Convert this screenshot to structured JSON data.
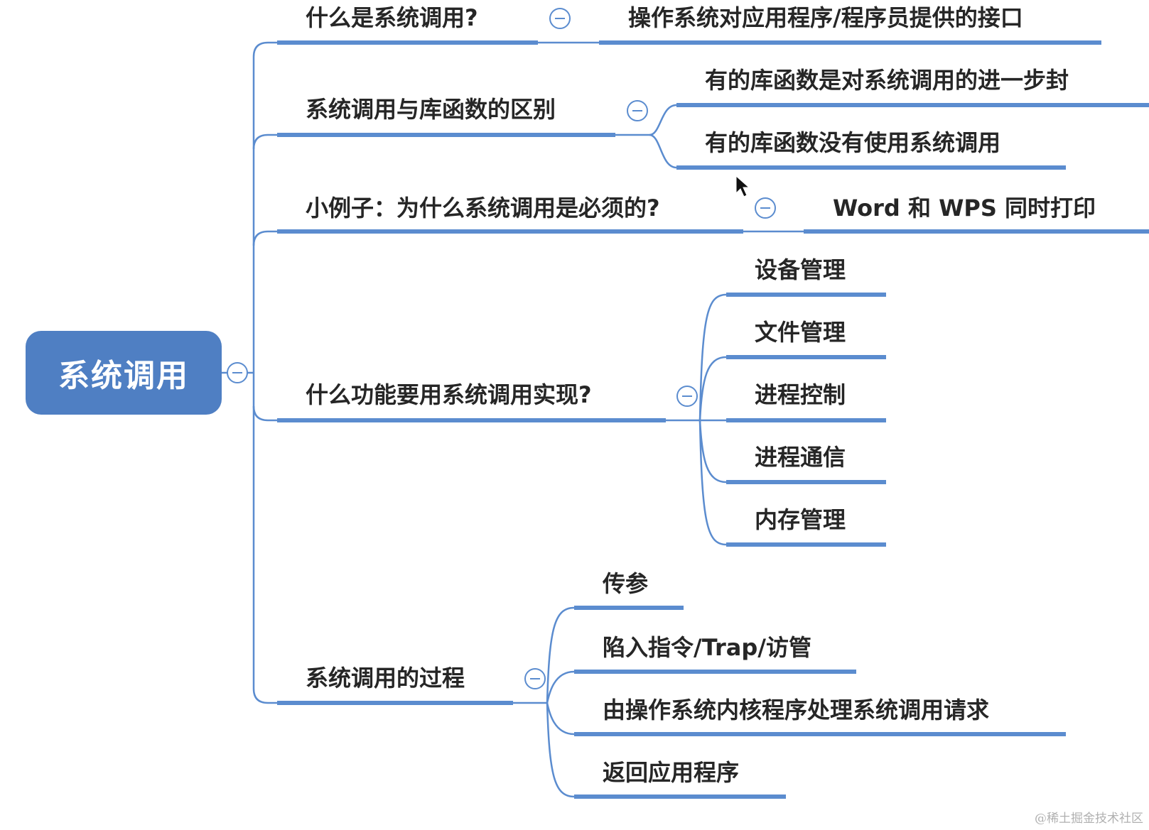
{
  "root": {
    "label": "系统调用"
  },
  "topics": [
    {
      "id": "t1",
      "label": "什么是系统调用?",
      "children": [
        "操作系统对应用程序/程序员提供的接口"
      ]
    },
    {
      "id": "t2",
      "label": "系统调用与库函数的区别",
      "children": [
        "有的库函数是对系统调用的进一步封",
        "有的库函数没有使用系统调用"
      ]
    },
    {
      "id": "t3",
      "label": "小例子：为什么系统调用是必须的?",
      "children": [
        "Word 和 WPS 同时打印"
      ]
    },
    {
      "id": "t4",
      "label": "什么功能要用系统调用实现?",
      "children": [
        "设备管理",
        "文件管理",
        "进程控制",
        "进程通信",
        "内存管理"
      ]
    },
    {
      "id": "t5",
      "label": "系统调用的过程",
      "children": [
        "传参",
        "陷入指令/Trap/访管",
        "由操作系统内核程序处理系统调用请求",
        "返回应用程序"
      ]
    }
  ],
  "watermark": "@稀土掘金技术社区",
  "colors": {
    "root_fill": "#4f7fc3",
    "line": "#5b8ccf",
    "underline": "#5b8ccf",
    "text": "#262626"
  },
  "icons": {
    "collapse": "minus-circle-icon"
  }
}
